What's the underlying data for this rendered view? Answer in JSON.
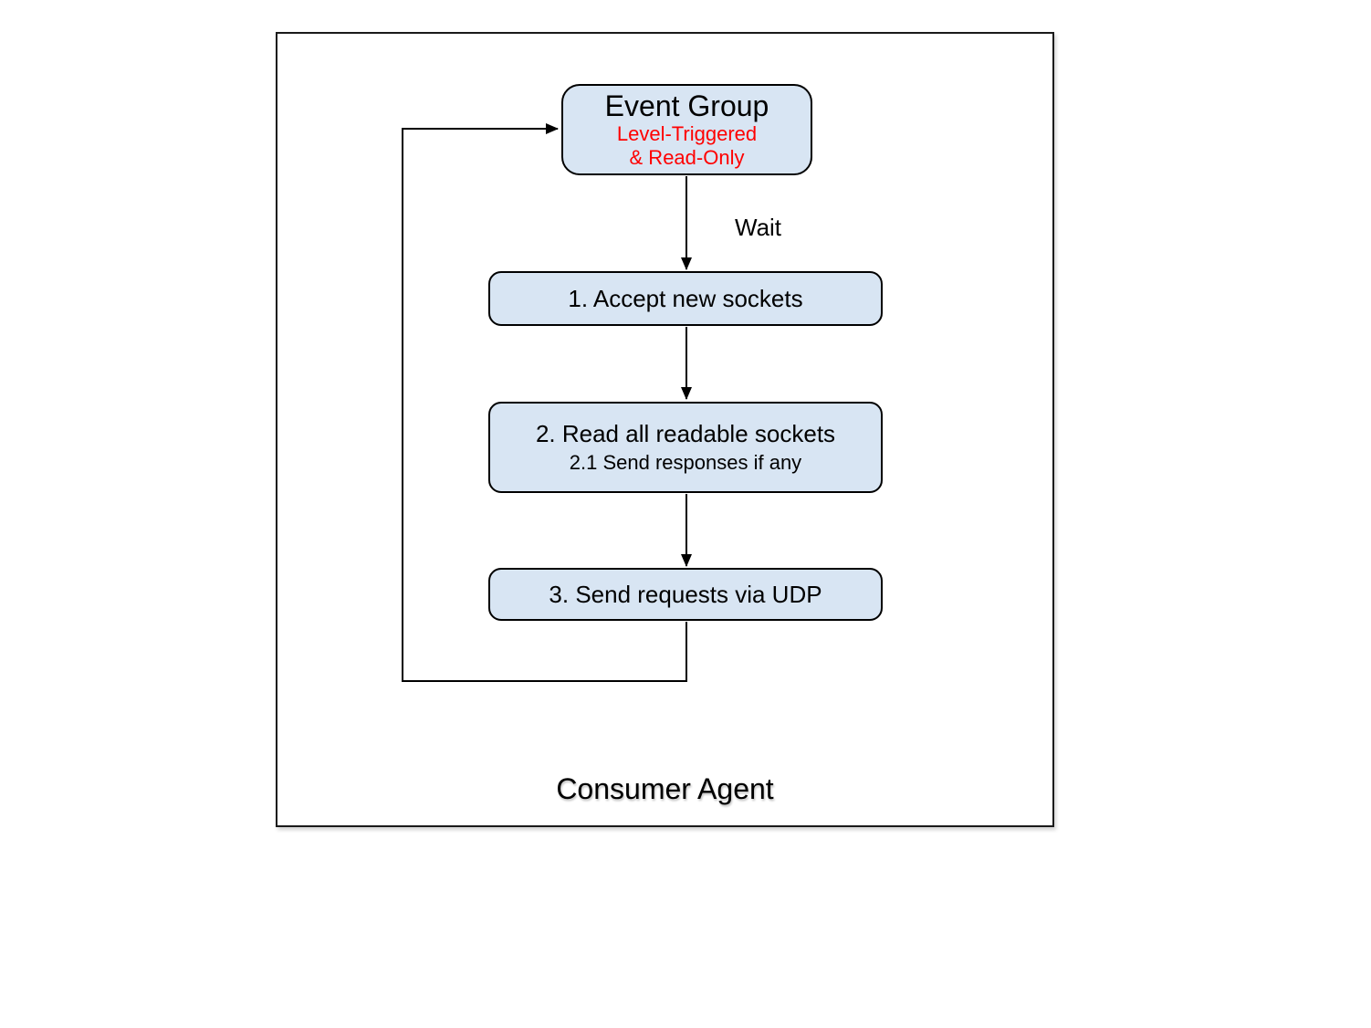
{
  "diagram": {
    "title": "Consumer Agent",
    "nodes": {
      "event_group": {
        "title": "Event Group",
        "subtitle_line1": "Level-Triggered",
        "subtitle_line2": "& Read-Only"
      },
      "step1": {
        "label": "1. Accept new sockets"
      },
      "step2": {
        "label": "2. Read all readable sockets",
        "sublabel": "2.1 Send responses if any"
      },
      "step3": {
        "label": "3. Send requests via UDP"
      }
    },
    "edges": {
      "wait_label": "Wait"
    },
    "colors": {
      "node_fill": "#d8e5f3",
      "node_border": "#000000",
      "subtitle_red": "#ff0000",
      "line": "#000000"
    }
  }
}
